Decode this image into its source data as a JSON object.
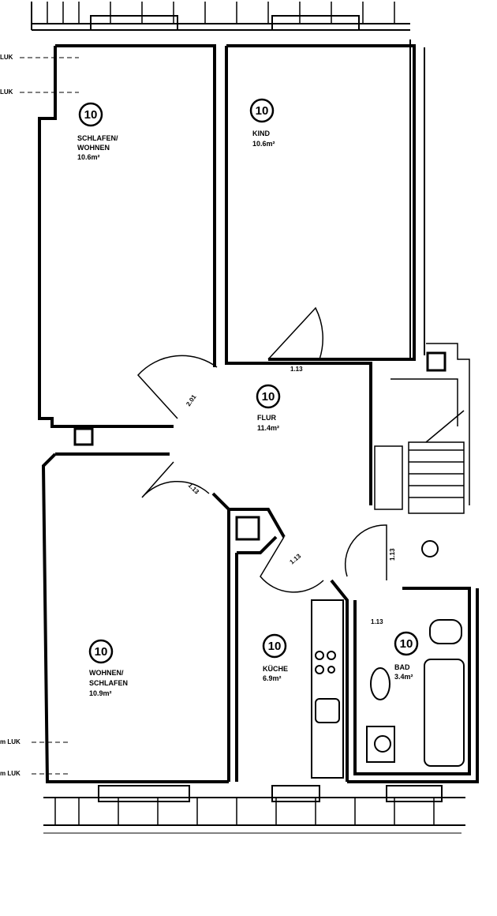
{
  "plan": {
    "rooms": [
      {
        "id": "schlafen-wohnen",
        "number": "10",
        "name_line1": "SCHLAFEN/",
        "name_line2": "WOHNEN",
        "area": "10.6m²"
      },
      {
        "id": "kind",
        "number": "10",
        "name_line1": "KIND",
        "name_line2": "",
        "area": "10.6m²"
      },
      {
        "id": "flur",
        "number": "10",
        "name_line1": "FLUR",
        "name_line2": "",
        "area": "11.4m²"
      },
      {
        "id": "wohnen-schlafen",
        "number": "10",
        "name_line1": "WOHNEN/",
        "name_line2": "SCHLAFEN",
        "area": "10.9m²"
      },
      {
        "id": "kueche",
        "number": "10",
        "name_line1": "KÜCHE",
        "name_line2": "",
        "area": "6.9m²"
      },
      {
        "id": "bad",
        "number": "10",
        "name_line1": "BAD",
        "name_line2": "",
        "area": "3.4m²"
      }
    ],
    "door_dims": [
      "2.01",
      "1.13",
      "1.13",
      "1.13",
      "1.13",
      "1.13"
    ],
    "margin_marks": [
      "LUK",
      "LUK",
      "m LUK",
      "m LUK"
    ]
  }
}
